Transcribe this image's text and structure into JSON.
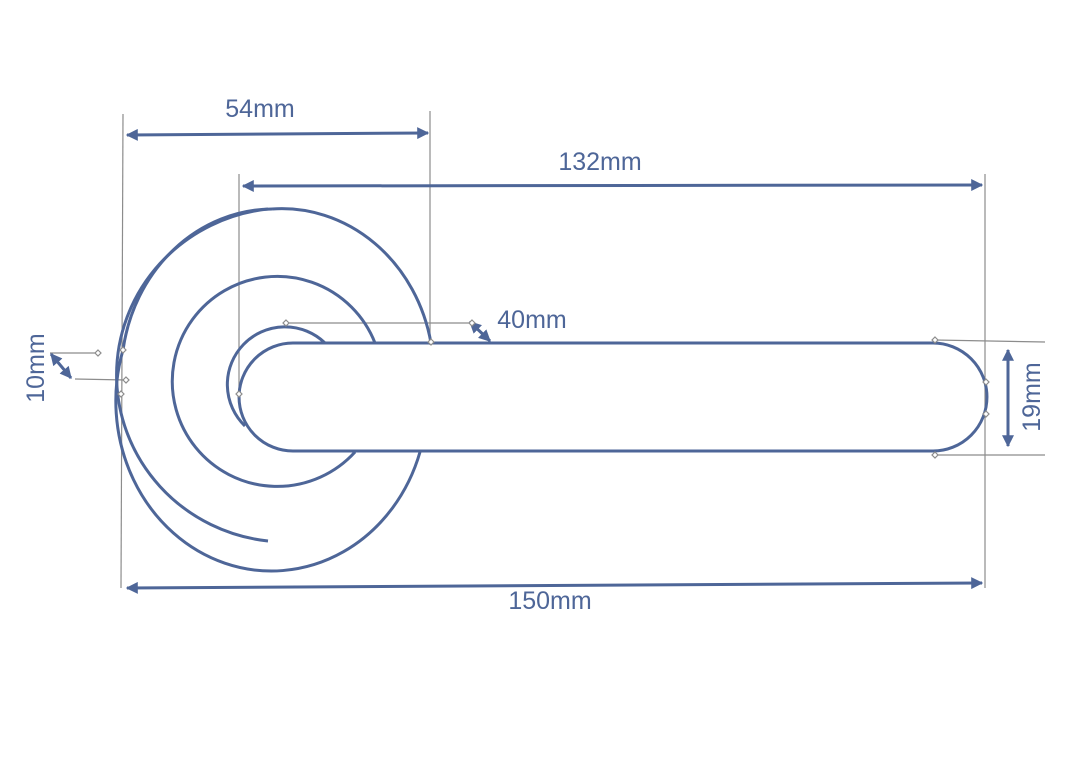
{
  "diagram": {
    "dimensions": {
      "rose_depth": "10mm",
      "handle_offset": "54mm",
      "handle_length": "132mm",
      "neck_diameter": "40mm",
      "overall_length": "150mm",
      "grip_diameter": "19mm"
    },
    "colors": {
      "outline": "#4e6698",
      "dimension": "#4e6698",
      "leader": "#8c8c8c",
      "background": "#ffffff"
    }
  }
}
